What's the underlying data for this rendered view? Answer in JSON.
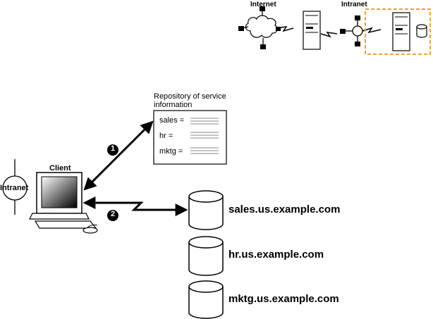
{
  "header_diagram": {
    "internet_label": "Internet",
    "intranet_label": "Intranet"
  },
  "repository": {
    "title": "Repository of service information",
    "entries": [
      {
        "name": "sales ="
      },
      {
        "name": "hr ="
      },
      {
        "name": "mktg ="
      }
    ]
  },
  "client": {
    "label": "Client",
    "network_label": "Intranet"
  },
  "steps": [
    {
      "number": "1"
    },
    {
      "number": "2"
    }
  ],
  "databases": [
    {
      "name": "sales.us.example.com"
    },
    {
      "name": "hr.us.example.com"
    },
    {
      "name": "mktg.us.example.com"
    }
  ],
  "colors": {
    "highlight_box": "#e8a13a",
    "line": "#000000"
  }
}
